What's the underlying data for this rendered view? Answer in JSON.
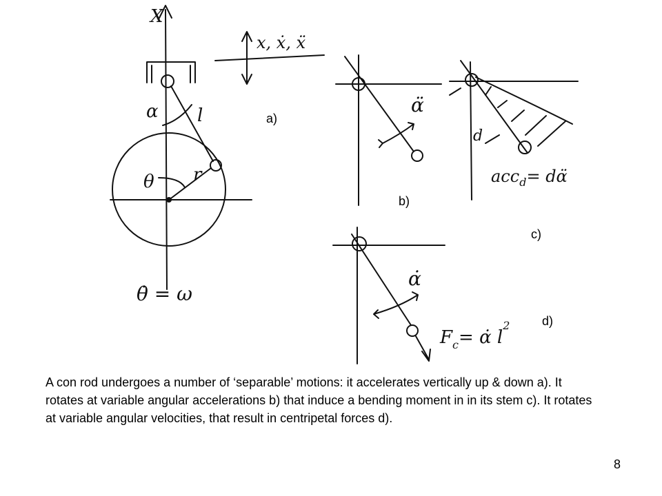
{
  "slide": {
    "caption": "A con rod undergoes a number of ‘separable’ motions: it accelerates vertically up & down a).  It rotates at variable angular accelerations b) that induce a bending moment in in its stem c). It rotates at variable angular velocities, that result in centripetal forces d).",
    "page_number": "8"
  },
  "panels": {
    "a": {
      "label": "a)"
    },
    "b": {
      "label": "b)"
    },
    "c": {
      "label": "c)"
    },
    "d": {
      "label": "d)"
    }
  },
  "sketch": {
    "a_axis_x": "X",
    "a_motion": "x, ẋ, ẍ",
    "a_alpha": "α",
    "a_length": "l",
    "a_theta": "θ",
    "a_radius": "r",
    "a_omega_eq": "θ̇ = ω",
    "b_angacc": "α̈",
    "c_d": "d",
    "c_acc": "acc",
    "c_acc_sub": "d",
    "c_acc_rhs": "= dα̈",
    "d_angvel": "α̇",
    "d_force": "F",
    "d_force_sub": "c",
    "d_force_rhs": "= α̇ l",
    "d_force_sup": "2"
  }
}
